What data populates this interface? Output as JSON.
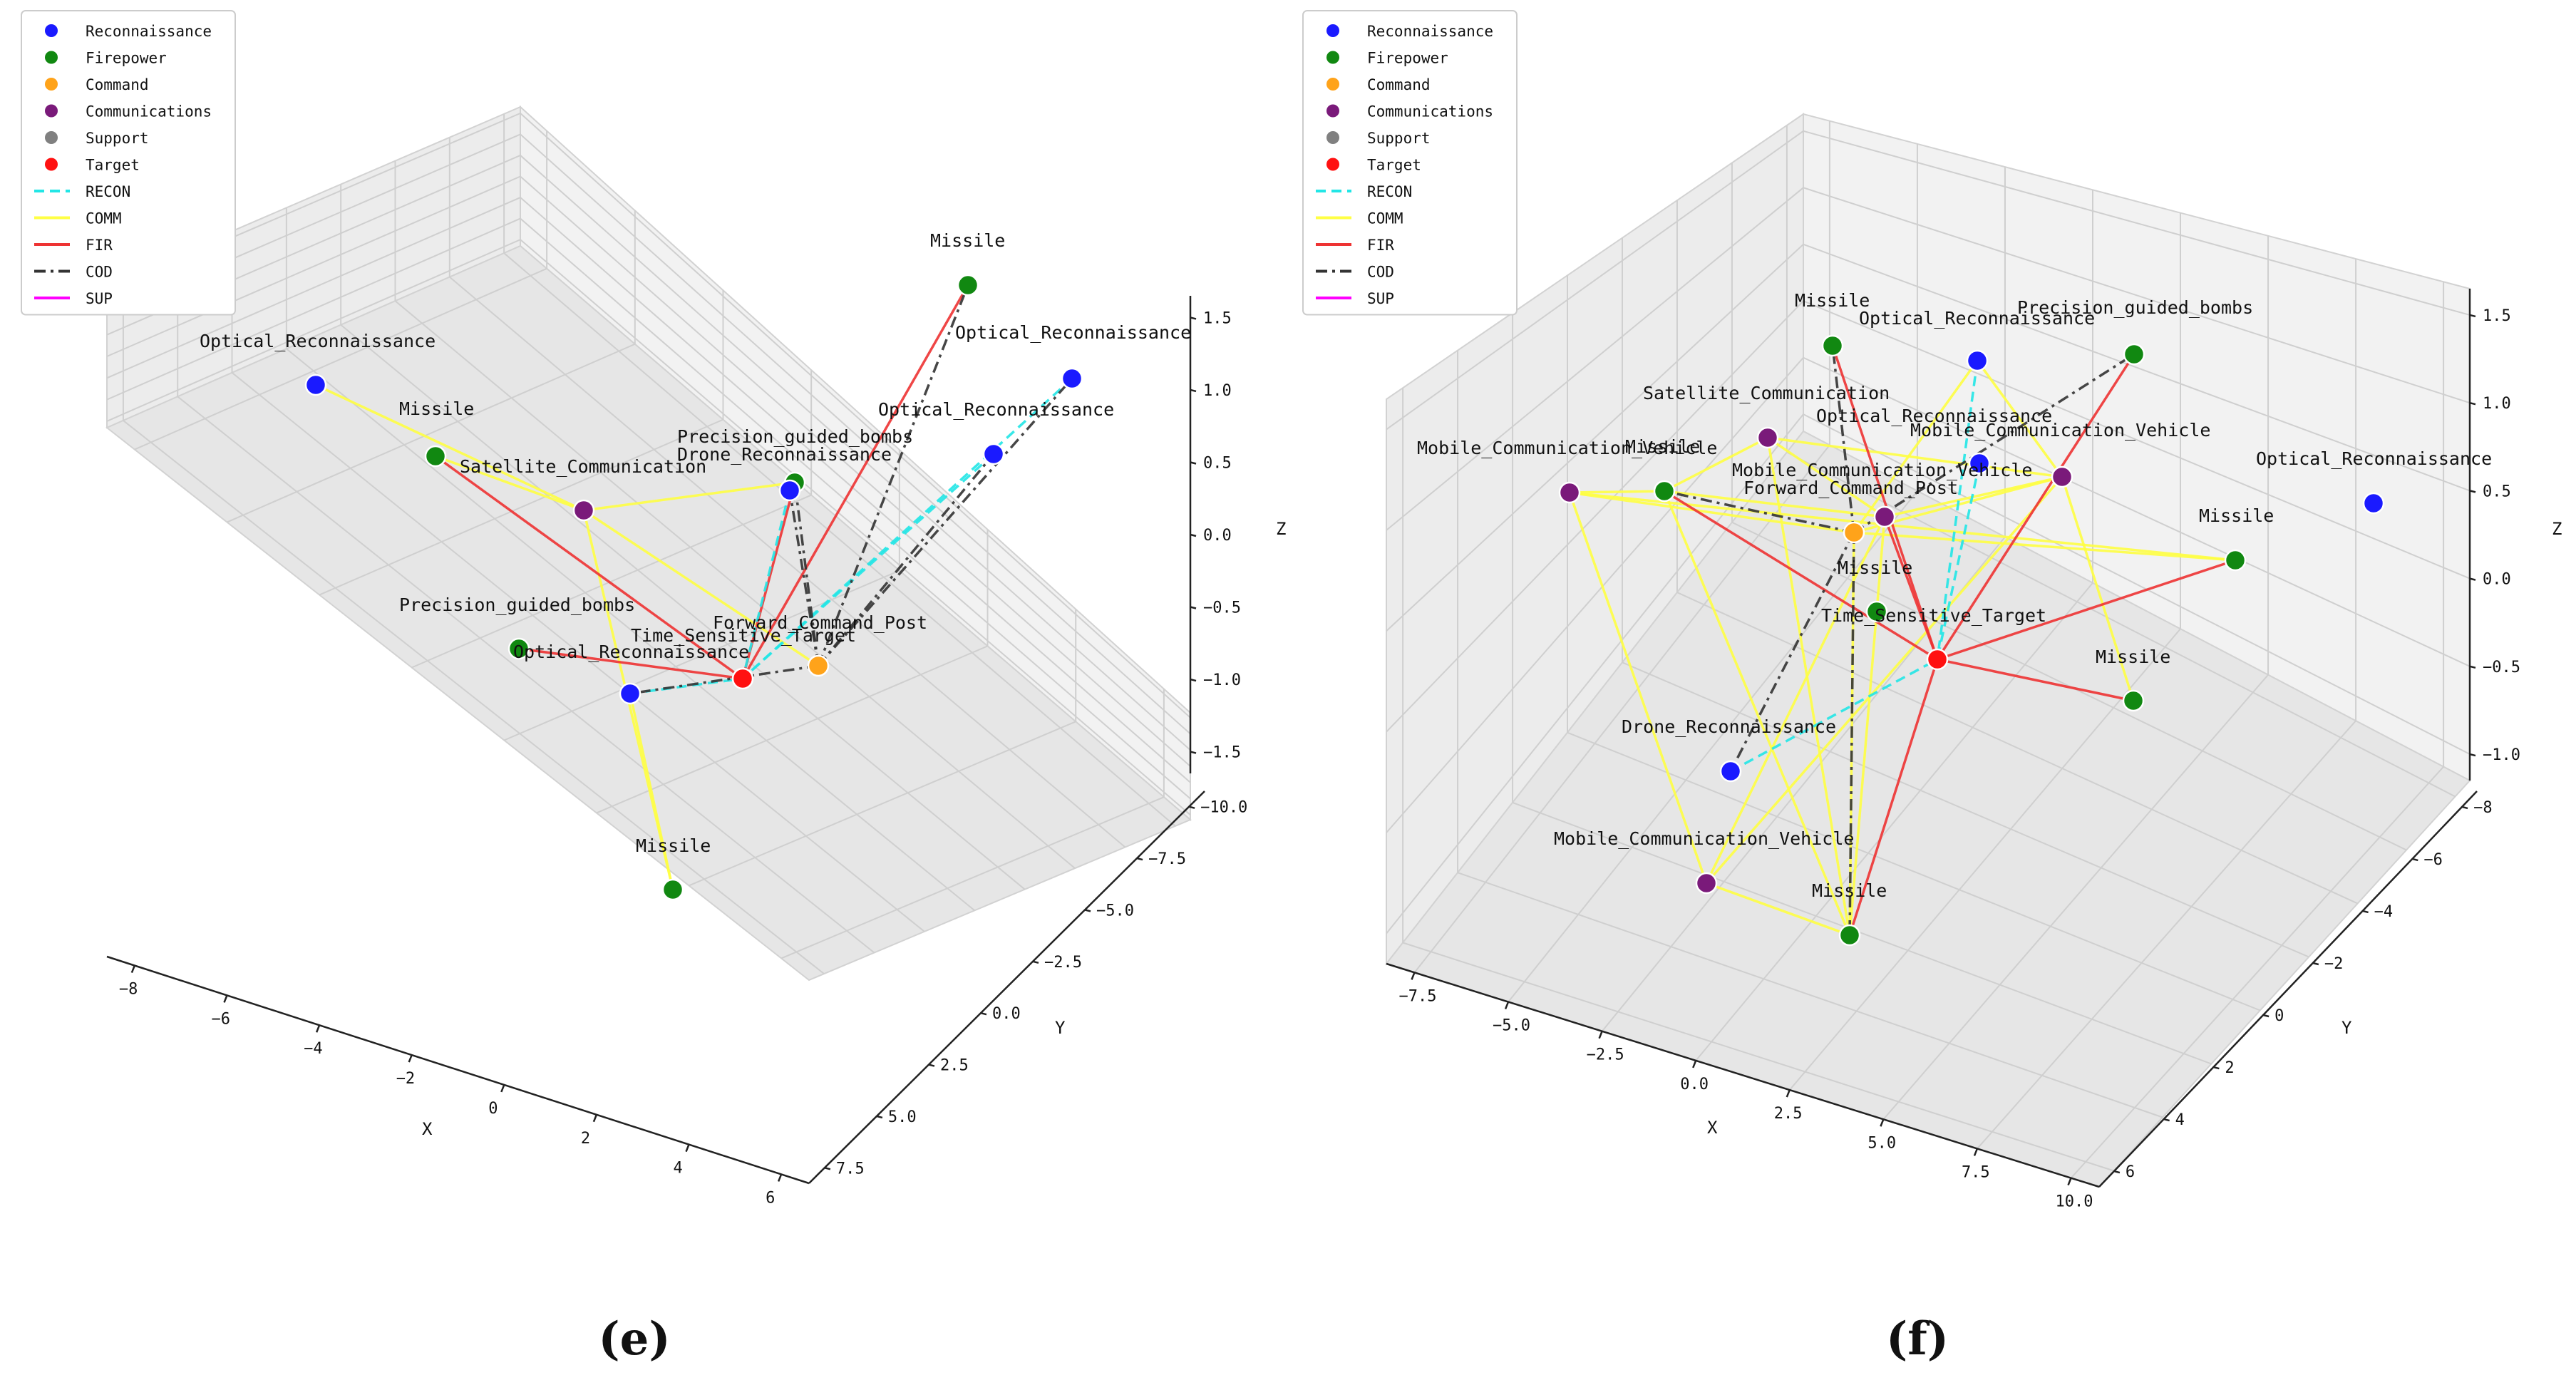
{
  "chart_data": [
    {
      "type": "scatter",
      "caption": "(e)",
      "xlabel": "X",
      "ylabel": "Y",
      "zlabel": "Z",
      "xticks": [
        "−8",
        "−6",
        "−4",
        "−2",
        "0",
        "2",
        "4",
        "6"
      ],
      "yticks": [
        "7.5",
        "5.0",
        "2.5",
        "0.0",
        "−2.5",
        "−5.0",
        "−7.5",
        "−10.0"
      ],
      "zticks": [
        "1.5",
        "1.0",
        "0.5",
        "0.0",
        "−0.5",
        "−1.0",
        "−1.5"
      ],
      "legend": [
        {
          "label": "Reconnaissance",
          "kind": "marker",
          "color": "#0000ff"
        },
        {
          "label": "Firepower",
          "kind": "marker",
          "color": "#008000"
        },
        {
          "label": "Command",
          "kind": "marker",
          "color": "#ffa500"
        },
        {
          "label": "Communications",
          "kind": "marker",
          "color": "#800080"
        },
        {
          "label": "Support",
          "kind": "marker",
          "color": "#808080"
        },
        {
          "label": "Target",
          "kind": "marker",
          "color": "#ff0000"
        },
        {
          "label": "RECON",
          "kind": "line",
          "color": "#00ffff",
          "dash": "dashed"
        },
        {
          "label": "COMM",
          "kind": "line",
          "color": "#ffff00",
          "dash": "solid"
        },
        {
          "label": "FIR",
          "kind": "line",
          "color": "#ff0000",
          "dash": "solid"
        },
        {
          "label": "COD",
          "kind": "line",
          "color": "#000000",
          "dash": "dashdot"
        },
        {
          "label": "SUP",
          "kind": "line",
          "color": "#ff00ff",
          "dash": "solid"
        }
      ],
      "nodes": [
        {
          "id": "or1",
          "label": "Optical_Reconnaissance",
          "category": "Reconnaissance"
        },
        {
          "id": "m1",
          "label": "Missile",
          "category": "Firepower"
        },
        {
          "id": "sc1",
          "label": "Satellite_Communication",
          "category": "Communications"
        },
        {
          "id": "pgb1",
          "label": "Precision_guided_bombs",
          "category": "Firepower"
        },
        {
          "id": "dr1",
          "label": "Drone_Reconnaissance",
          "category": "Reconnaissance"
        },
        {
          "id": "m2",
          "label": "Missile",
          "category": "Firepower"
        },
        {
          "id": "or2",
          "label": "Optical_Reconnaissance",
          "category": "Reconnaissance"
        },
        {
          "id": "or3",
          "label": "Optical_Reconnaissance",
          "category": "Reconnaissance"
        },
        {
          "id": "pgb2",
          "label": "Precision_guided_bombs",
          "category": "Firepower"
        },
        {
          "id": "or4",
          "label": "Optical_Reconnaissance",
          "category": "Reconnaissance"
        },
        {
          "id": "tst",
          "label": "Time_Sensitive_Target",
          "category": "Target"
        },
        {
          "id": "fcp",
          "label": "Forward_Command_Post",
          "category": "Command"
        },
        {
          "id": "m3",
          "label": "Missile",
          "category": "Firepower"
        }
      ],
      "edges": [
        {
          "from": "or1",
          "to": "sc1",
          "type": "COMM"
        },
        {
          "from": "m1",
          "to": "sc1",
          "type": "COMM"
        },
        {
          "from": "sc1",
          "to": "pgb1",
          "type": "COMM"
        },
        {
          "from": "sc1",
          "to": "fcp",
          "type": "COMM"
        },
        {
          "from": "sc1",
          "to": "m3",
          "type": "COMM"
        },
        {
          "from": "or4",
          "to": "m3",
          "type": "COMM"
        },
        {
          "from": "m1",
          "to": "tst",
          "type": "FIR"
        },
        {
          "from": "m2",
          "to": "tst",
          "type": "FIR"
        },
        {
          "from": "pgb1",
          "to": "tst",
          "type": "FIR"
        },
        {
          "from": "pgb2",
          "to": "tst",
          "type": "FIR"
        },
        {
          "from": "or2",
          "to": "tst",
          "type": "RECON"
        },
        {
          "from": "or3",
          "to": "tst",
          "type": "RECON"
        },
        {
          "from": "dr1",
          "to": "tst",
          "type": "RECON"
        },
        {
          "from": "or4",
          "to": "tst",
          "type": "RECON"
        },
        {
          "from": "fcp",
          "to": "m2",
          "type": "COD"
        },
        {
          "from": "fcp",
          "to": "or2",
          "type": "COD"
        },
        {
          "from": "fcp",
          "to": "or3",
          "type": "COD"
        },
        {
          "from": "fcp",
          "to": "dr1",
          "type": "COD"
        },
        {
          "from": "fcp",
          "to": "pgb1",
          "type": "COD"
        },
        {
          "from": "fcp",
          "to": "or4",
          "type": "COD"
        }
      ]
    },
    {
      "type": "scatter",
      "caption": "(f)",
      "xlabel": "X",
      "ylabel": "Y",
      "zlabel": "Z",
      "xticks": [
        "−7.5",
        "−5.0",
        "−2.5",
        "0.0",
        "2.5",
        "5.0",
        "7.5",
        "10.0"
      ],
      "yticks": [
        "6",
        "4",
        "2",
        "0",
        "−2",
        "−4",
        "−6",
        "−8"
      ],
      "zticks": [
        "1.5",
        "1.0",
        "0.5",
        "0.0",
        "−0.5",
        "−1.0"
      ],
      "legend": [
        {
          "label": "Reconnaissance",
          "kind": "marker",
          "color": "#0000ff"
        },
        {
          "label": "Firepower",
          "kind": "marker",
          "color": "#008000"
        },
        {
          "label": "Command",
          "kind": "marker",
          "color": "#ffa500"
        },
        {
          "label": "Communications",
          "kind": "marker",
          "color": "#800080"
        },
        {
          "label": "Support",
          "kind": "marker",
          "color": "#808080"
        },
        {
          "label": "Target",
          "kind": "marker",
          "color": "#ff0000"
        },
        {
          "label": "RECON",
          "kind": "line",
          "color": "#00ffff",
          "dash": "dashed"
        },
        {
          "label": "COMM",
          "kind": "line",
          "color": "#ffff00",
          "dash": "solid"
        },
        {
          "label": "FIR",
          "kind": "line",
          "color": "#ff0000",
          "dash": "solid"
        },
        {
          "label": "COD",
          "kind": "line",
          "color": "#000000",
          "dash": "dashdot"
        },
        {
          "label": "SUP",
          "kind": "line",
          "color": "#ff00ff",
          "dash": "solid"
        }
      ],
      "nodes": [
        {
          "id": "m1",
          "label": "Missile",
          "category": "Firepower"
        },
        {
          "id": "or1",
          "label": "Optical_Reconnaissance",
          "category": "Reconnaissance"
        },
        {
          "id": "pgb",
          "label": "Precision_guided_bombs",
          "category": "Firepower"
        },
        {
          "id": "sc",
          "label": "Satellite_Communication",
          "category": "Communications"
        },
        {
          "id": "mcv1",
          "label": "Mobile_Communication_Vehicle",
          "category": "Communications"
        },
        {
          "id": "m2",
          "label": "Missile",
          "category": "Firepower"
        },
        {
          "id": "or2",
          "label": "Optical_Reconnaissance",
          "category": "Reconnaissance"
        },
        {
          "id": "mcv2",
          "label": "Mobile_Communication_Vehicle",
          "category": "Communications"
        },
        {
          "id": "mcv3",
          "label": "Mobile_Communication_Vehicle",
          "category": "Communications"
        },
        {
          "id": "or3",
          "label": "Optical_Reconnaissance",
          "category": "Reconnaissance"
        },
        {
          "id": "fcp",
          "label": "Forward_Command_Post",
          "category": "Command"
        },
        {
          "id": "m3",
          "label": "Missile",
          "category": "Firepower"
        },
        {
          "id": "m4",
          "label": "Missile",
          "category": "Firepower"
        },
        {
          "id": "tst",
          "label": "Time_Sensitive_Target",
          "category": "Target"
        },
        {
          "id": "m5",
          "label": "Missile",
          "category": "Firepower"
        },
        {
          "id": "dr",
          "label": "Drone_Reconnaissance",
          "category": "Reconnaissance"
        },
        {
          "id": "mcv4",
          "label": "Mobile_Communication_Vehicle",
          "category": "Communications"
        },
        {
          "id": "m6",
          "label": "Missile",
          "category": "Firepower"
        }
      ],
      "edges": [
        {
          "from": "mcv1",
          "to": "m2",
          "type": "COMM"
        },
        {
          "from": "mcv1",
          "to": "fcp",
          "type": "COMM"
        },
        {
          "from": "mcv1",
          "to": "mcv4",
          "type": "COMM"
        },
        {
          "from": "mcv1",
          "to": "m4",
          "type": "COMM"
        },
        {
          "from": "m2",
          "to": "sc",
          "type": "COMM"
        },
        {
          "from": "m2",
          "to": "mcv2",
          "type": "COMM"
        },
        {
          "from": "m2",
          "to": "m6",
          "type": "COMM"
        },
        {
          "from": "sc",
          "to": "mcv3",
          "type": "COMM"
        },
        {
          "from": "sc",
          "to": "mcv2",
          "type": "COMM"
        },
        {
          "from": "sc",
          "to": "m6",
          "type": "COMM"
        },
        {
          "from": "or1",
          "to": "mcv3",
          "type": "COMM"
        },
        {
          "from": "or1",
          "to": "fcp",
          "type": "COMM"
        },
        {
          "from": "mcv2",
          "to": "mcv3",
          "type": "COMM"
        },
        {
          "from": "mcv2",
          "to": "mcv4",
          "type": "COMM"
        },
        {
          "from": "mcv2",
          "to": "m6",
          "type": "COMM"
        },
        {
          "from": "mcv3",
          "to": "m5",
          "type": "COMM"
        },
        {
          "from": "mcv3",
          "to": "fcp",
          "type": "COMM"
        },
        {
          "from": "mcv3",
          "to": "mcv4",
          "type": "COMM"
        },
        {
          "from": "fcp",
          "to": "m4",
          "type": "COMM"
        },
        {
          "from": "fcp",
          "to": "m6",
          "type": "COMM"
        },
        {
          "from": "mcv4",
          "to": "m6",
          "type": "COMM"
        },
        {
          "from": "m1",
          "to": "tst",
          "type": "FIR"
        },
        {
          "from": "m2",
          "to": "tst",
          "type": "FIR"
        },
        {
          "from": "pgb",
          "to": "tst",
          "type": "FIR"
        },
        {
          "from": "m4",
          "to": "tst",
          "type": "FIR"
        },
        {
          "from": "m5",
          "to": "tst",
          "type": "FIR"
        },
        {
          "from": "m6",
          "to": "tst",
          "type": "FIR"
        },
        {
          "from": "mcv2",
          "to": "tst",
          "type": "FIR"
        },
        {
          "from": "or1",
          "to": "tst",
          "type": "RECON"
        },
        {
          "from": "or2",
          "to": "tst",
          "type": "RECON"
        },
        {
          "from": "dr",
          "to": "tst",
          "type": "RECON"
        },
        {
          "from": "fcp",
          "to": "m1",
          "type": "COD"
        },
        {
          "from": "fcp",
          "to": "pgb",
          "type": "COD"
        },
        {
          "from": "fcp",
          "to": "m2",
          "type": "COD"
        },
        {
          "from": "fcp",
          "to": "dr",
          "type": "COD"
        },
        {
          "from": "fcp",
          "to": "m6",
          "type": "COD"
        }
      ]
    }
  ]
}
